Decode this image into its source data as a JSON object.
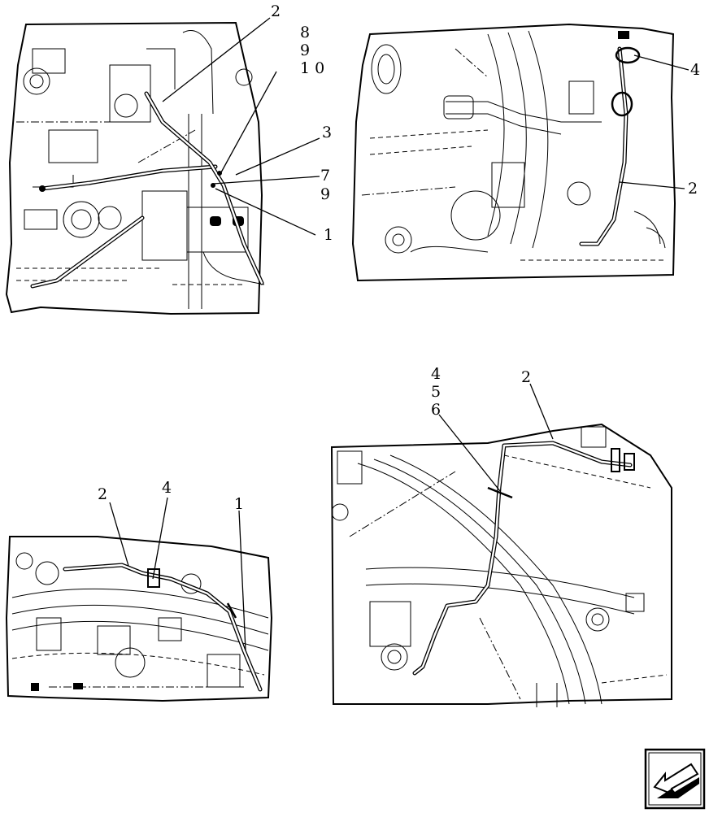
{
  "views": [
    {
      "id": "top-left",
      "callouts": [
        "2",
        "8",
        "9",
        "1 0",
        "3",
        "7",
        "9",
        "1"
      ]
    },
    {
      "id": "top-right",
      "callouts": [
        "4",
        "2"
      ]
    },
    {
      "id": "bottom-left",
      "callouts": [
        "2",
        "4",
        "1"
      ]
    },
    {
      "id": "bottom-right",
      "callouts": [
        "4",
        "5",
        "6",
        "2"
      ]
    }
  ],
  "nav_icon": "page-arrow-icon"
}
